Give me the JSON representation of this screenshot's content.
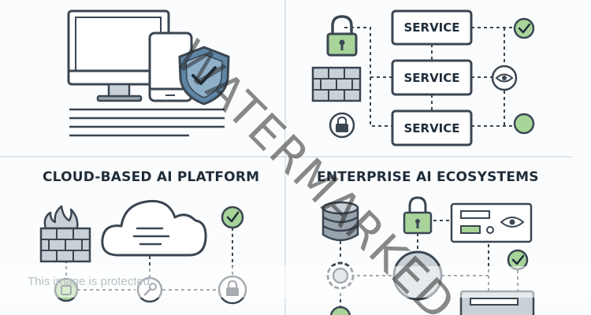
{
  "panels": {
    "top_right": {
      "service_labels": [
        "SERVICE",
        "SERVICE",
        "SERVICE"
      ]
    },
    "bottom_left": {
      "title": "CLOUD-BASED AI PLATFORM"
    },
    "bottom_right": {
      "title": "ENTERPRISE AI ECOSYSTEMS"
    }
  },
  "overlay": {
    "watermark": "WATERMARKED",
    "protected_notice": "This image is protected"
  },
  "colors": {
    "stroke": "#3a4652",
    "accent_green": "#a8d49a",
    "shield_blue": "#5f86a6",
    "fill_gray": "#c9d0d6",
    "divider": "#cfd6dc"
  },
  "icons": [
    "monitor-icon",
    "tablet-icon",
    "shield-check-icon",
    "padlock-icon",
    "brick-wall-icon",
    "check-circle-icon",
    "eye-icon",
    "cloud-icon",
    "database-icon",
    "gear-icon",
    "key-icon"
  ]
}
